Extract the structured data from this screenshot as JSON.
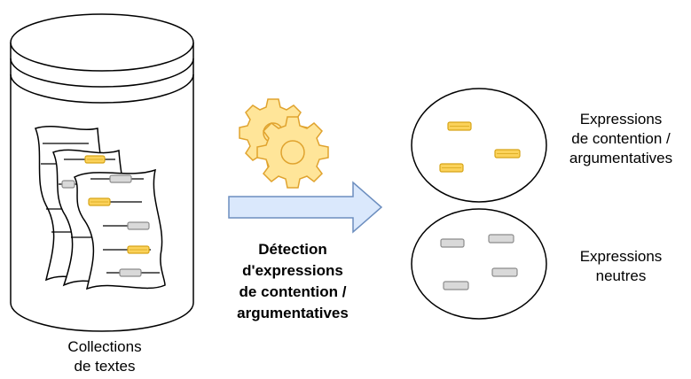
{
  "labels": {
    "collections_line1": "Collections",
    "collections_line2": "de textes",
    "process_line1": "Détection",
    "process_line2": "d'expressions",
    "process_line3": "de contention /",
    "process_line4": "argumentatives",
    "arg_line1": "Expressions",
    "arg_line2": "de contention /",
    "arg_line3": "argumentatives",
    "neutral_line1": "Expressions",
    "neutral_line2": "neutres"
  },
  "icons": [
    "database-cylinder-icon",
    "document-page-icon",
    "gears-icon",
    "arrow-right-icon",
    "expression-tag-icon"
  ],
  "colors": {
    "highlight_fill": "#fbd25a",
    "highlight_stroke": "#d6a418",
    "neutral_fill": "#d9d9d9",
    "neutral_stroke": "#8c8c8c",
    "arrow_fill": "#dae8fc",
    "arrow_stroke": "#6c8ebf",
    "gear_fill": "#ffe599",
    "gear_stroke": "#e0a32e"
  }
}
